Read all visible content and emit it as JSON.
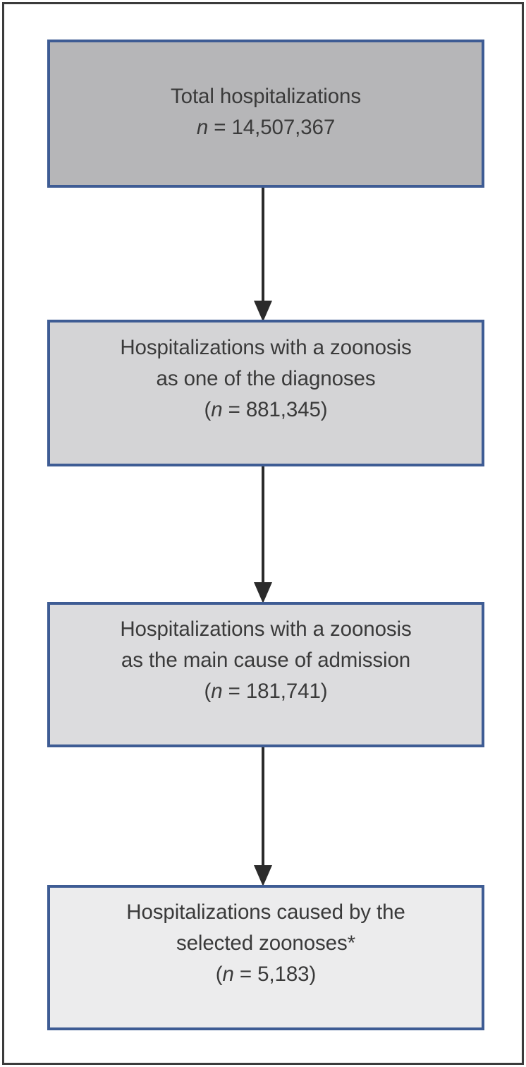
{
  "figure": {
    "type": "flowchart",
    "orientation": "vertical",
    "title": "",
    "colors": {
      "box_border": "#3e5c94",
      "arrow": "#2b2b2b",
      "text": "#3a3a3a",
      "frame": "#3b3b3b",
      "box1_fill": "#b6b6b8",
      "box2_fill": "#d4d4d6",
      "box3_fill": "#dcdcde",
      "box4_fill": "#ececed"
    }
  },
  "nodes": [
    {
      "id": "total-hospitalizations",
      "line1": "Total hospitalizations",
      "n_label": "n",
      "n_equals": " = 14,507,367",
      "count": 14507367
    },
    {
      "id": "zoonosis-any-diagnosis",
      "line1": "Hospitalizations with a zoonosis",
      "line2": "as one of the diagnoses",
      "n_open": "(",
      "n_label": "n",
      "n_equals": " = 881,345)",
      "count": 881345
    },
    {
      "id": "zoonosis-main-cause",
      "line1": "Hospitalizations with a zoonosis",
      "line2": "as the main cause of admission",
      "n_open": "(",
      "n_label": "n",
      "n_equals": " = 181,741)",
      "count": 181741
    },
    {
      "id": "selected-zoonoses",
      "line1": "Hospitalizations caused by the",
      "line2": "selected zoonoses*",
      "n_open": "(",
      "n_label": "n",
      "n_equals": " = 5,183)",
      "count": 5183
    }
  ],
  "connectors": [
    {
      "id": "arrow-total-to-any",
      "from": "total-hospitalizations",
      "to": "zoonosis-any-diagnosis"
    },
    {
      "id": "arrow-any-to-main",
      "from": "zoonosis-any-diagnosis",
      "to": "zoonosis-main-cause"
    },
    {
      "id": "arrow-main-to-selected",
      "from": "zoonosis-main-cause",
      "to": "selected-zoonoses"
    }
  ]
}
